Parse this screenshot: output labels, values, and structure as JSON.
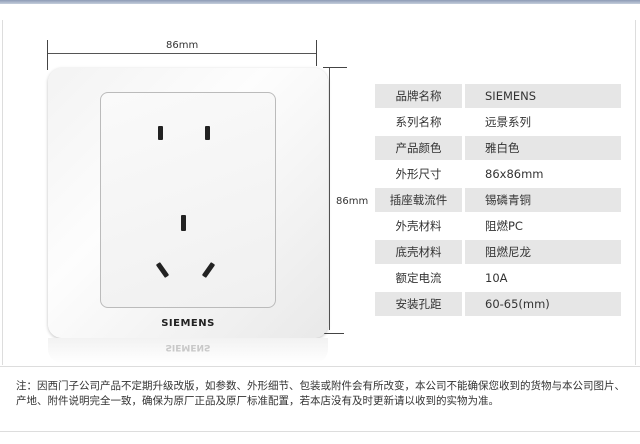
{
  "dimensions": {
    "width_label": "86mm",
    "height_label": "86mm"
  },
  "product": {
    "brand_logo": "SIEMENS"
  },
  "specs": [
    {
      "label": "品牌名称",
      "value": "SIEMENS"
    },
    {
      "label": "系列名称",
      "value": "远景系列"
    },
    {
      "label": "产品颜色",
      "value": "雅白色"
    },
    {
      "label": "外形尺寸",
      "value": "86x86mm"
    },
    {
      "label": "插座载流件",
      "value": "锡磷青铜"
    },
    {
      "label": "外壳材料",
      "value": "阻燃PC"
    },
    {
      "label": "底壳材料",
      "value": "阻燃尼龙"
    },
    {
      "label": "额定电流",
      "value": "10A"
    },
    {
      "label": "安装孔距",
      "value": "60-65(mm)"
    }
  ],
  "note": "注：因西门子公司产品不定期升级改版，如参数、外形细节、包装或附件会有所改变，本公司不能确保您收到的货物与本公司图片、产地、附件说明完全一致，确保为原厂正品及原厂标准配置，若本店没有及时更新请以收到的实物为准。"
}
